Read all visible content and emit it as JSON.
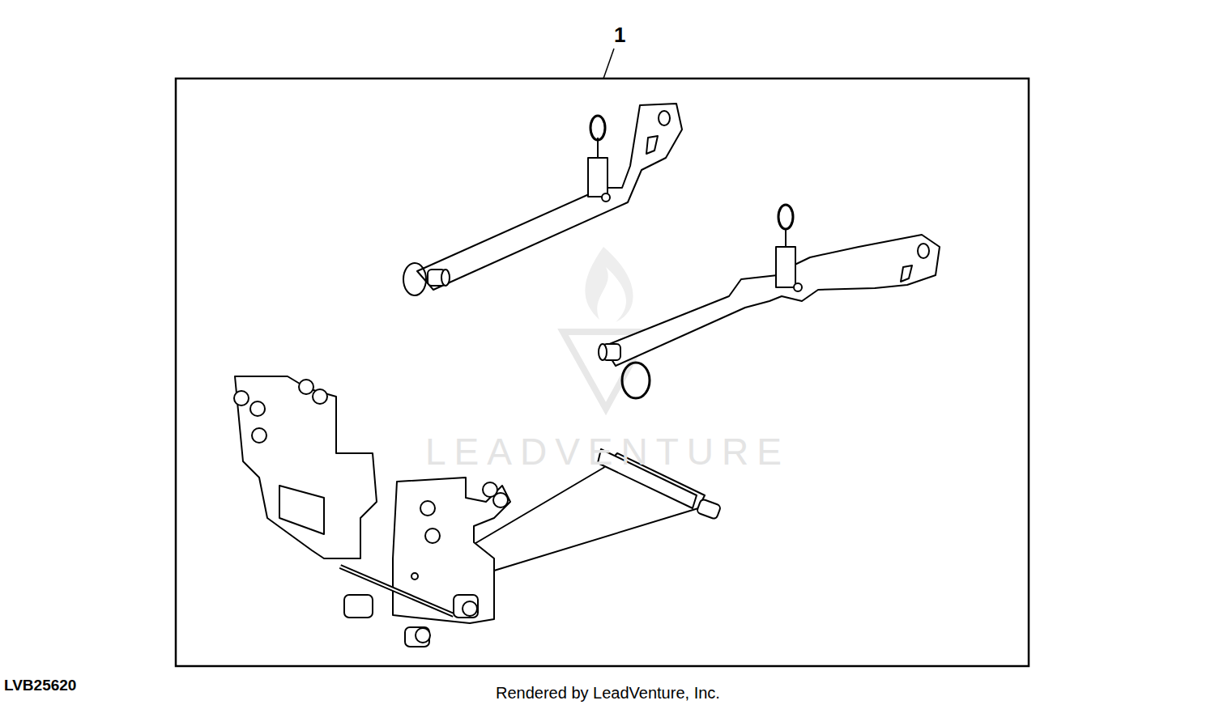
{
  "diagram": {
    "labels": [
      "1",
      "LEADVENTURE",
      "LVB25620",
      "Rendered by LeadVenture, Inc."
    ]
  }
}
